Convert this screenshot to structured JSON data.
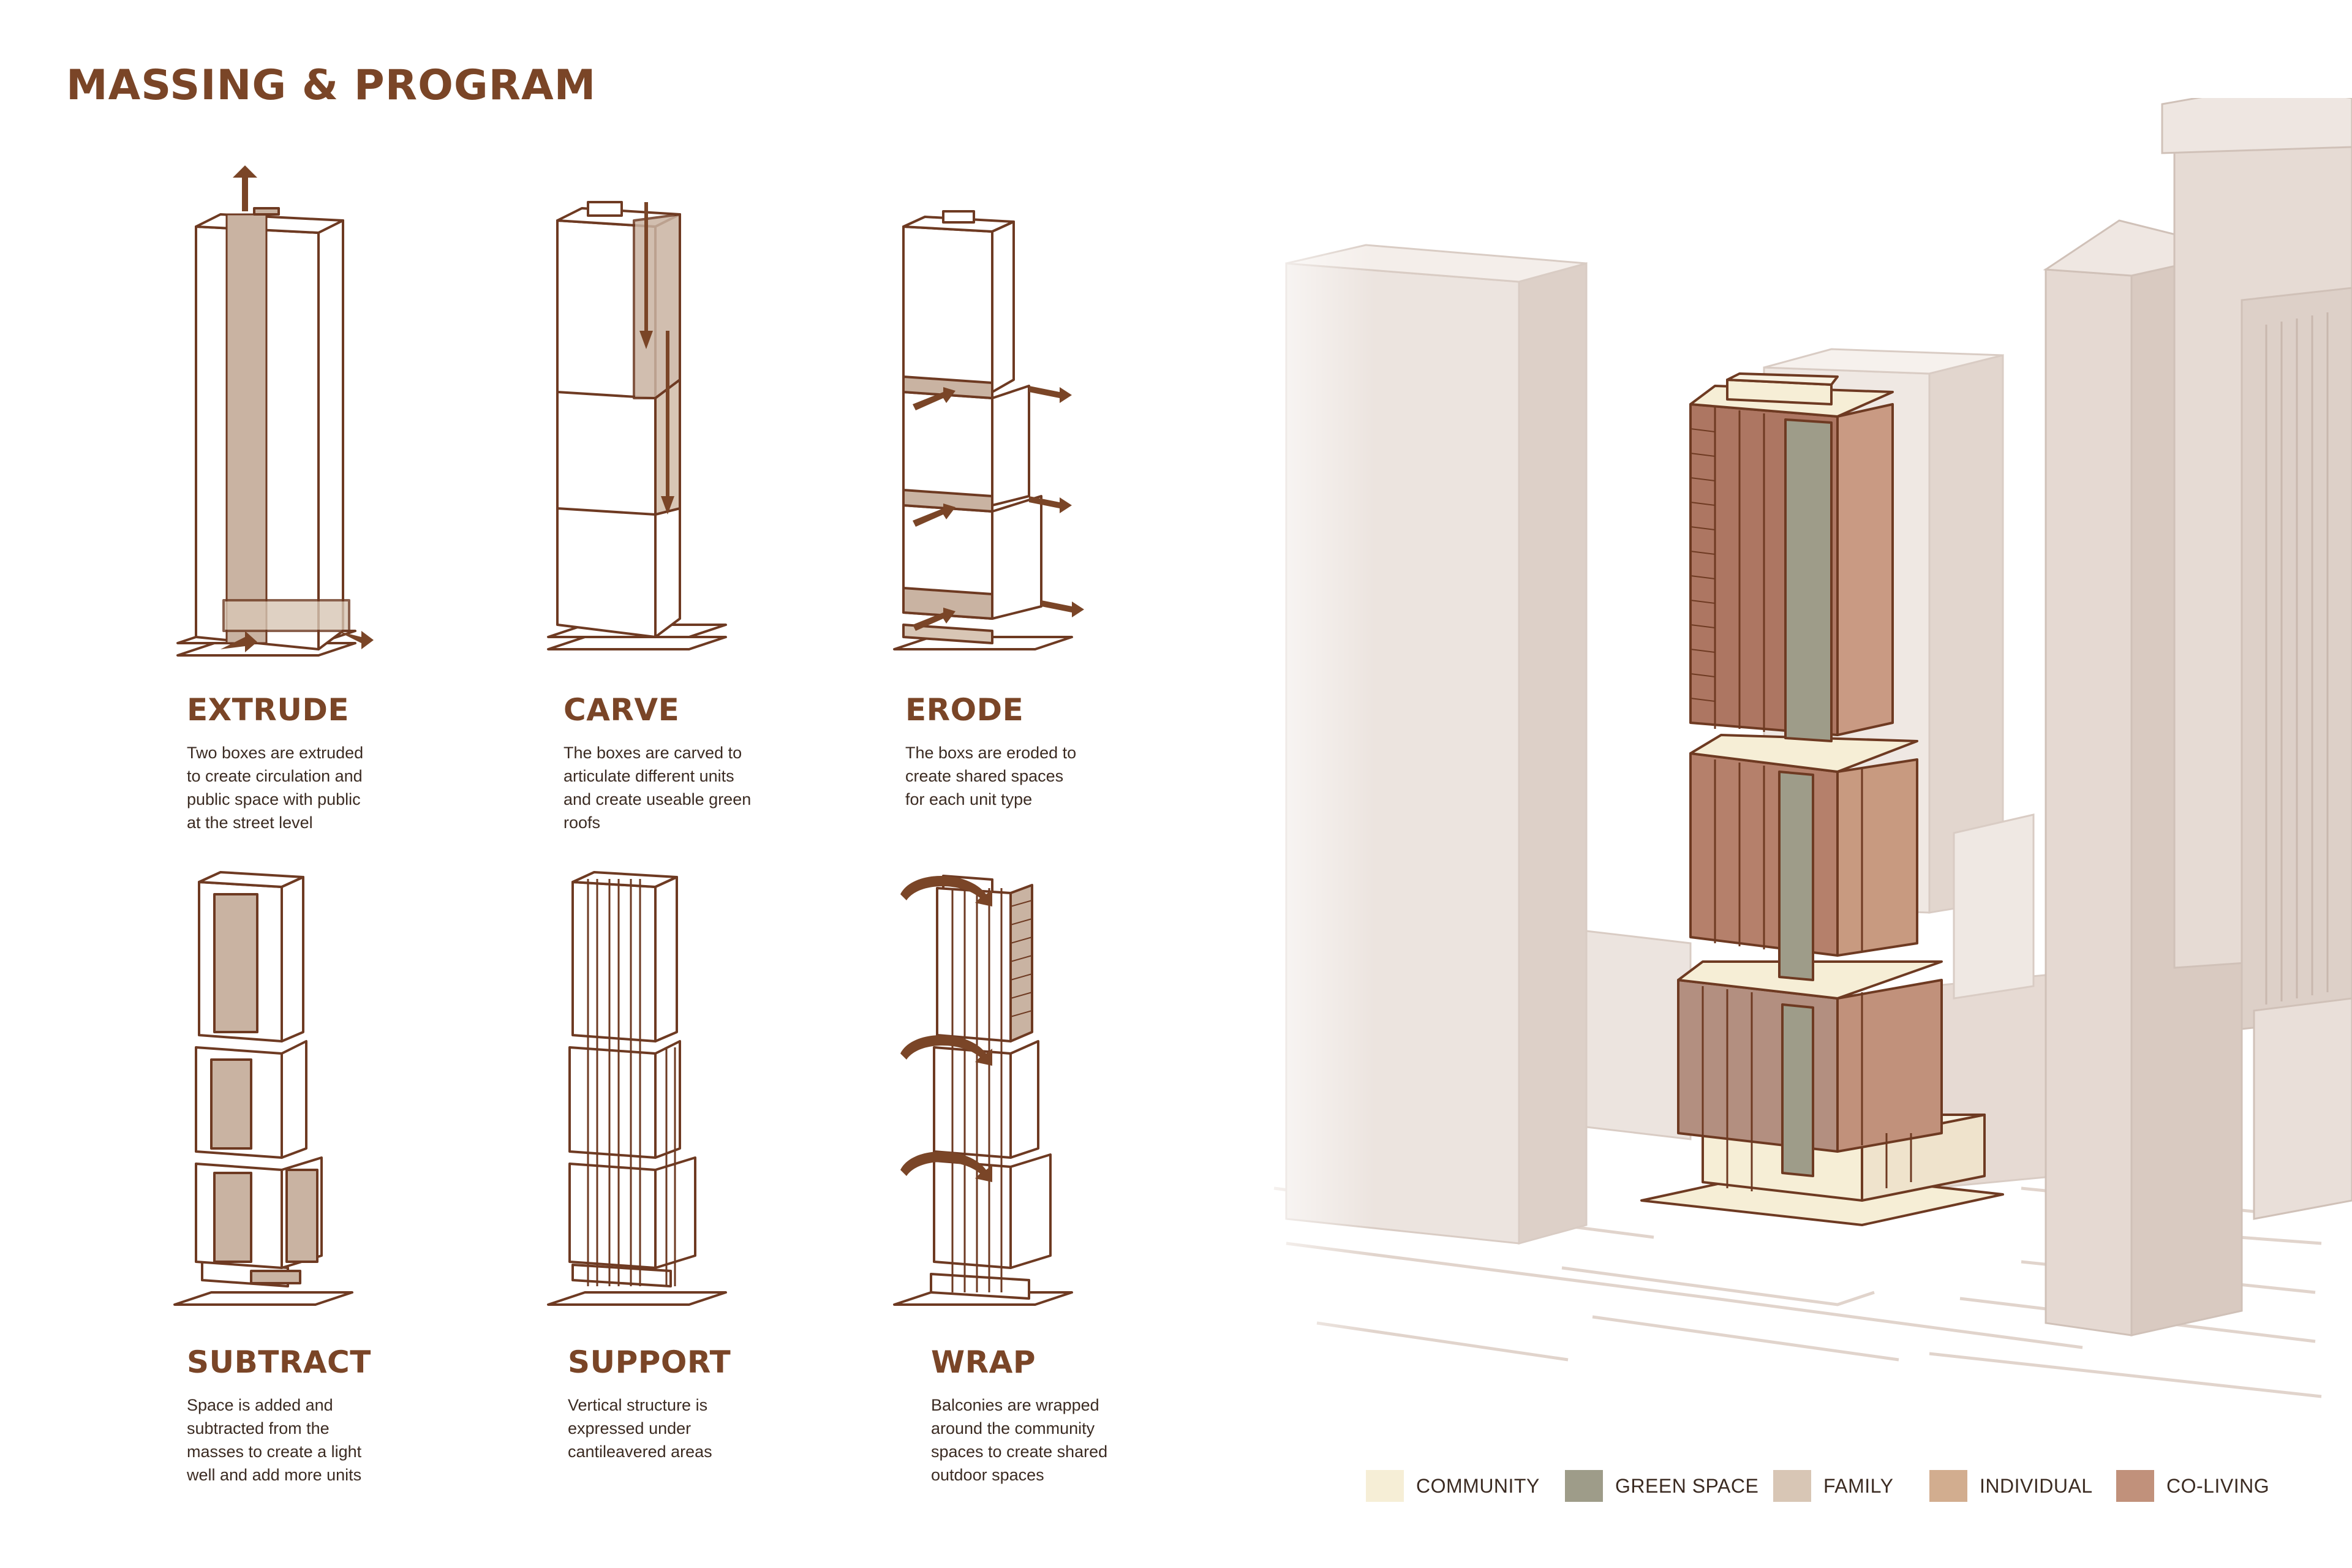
{
  "title": "MASSING & PROGRAM",
  "steps": [
    {
      "title": "EXTRUDE",
      "desc": "Two boxes are extruded to create circulation and public space with public at the street level"
    },
    {
      "title": "CARVE",
      "desc": "The boxes are carved to articulate different units and create useable green roofs"
    },
    {
      "title": "ERODE",
      "desc": "The boxs are eroded to create shared spaces for each unit type"
    },
    {
      "title": "SUBTRACT",
      "desc": "Space is added and subtracted from the masses to  create a light well and add more units"
    },
    {
      "title": "SUPPORT",
      "desc": "Vertical structure is expressed under cantileavered areas"
    },
    {
      "title": "WRAP",
      "desc": "Balconies are wrapped around the community spaces to create shared outdoor spaces"
    }
  ],
  "legend": [
    {
      "label": "COMMUNITY",
      "color": "#f6eed6"
    },
    {
      "label": "GREEN SPACE",
      "color": "#9e9c89"
    },
    {
      "label": "FAMILY",
      "color": "#d8c6b5"
    },
    {
      "label": "INDIVIDUAL",
      "color": "#d2ad8f"
    },
    {
      "label": "CO-LIVING",
      "color": "#c1917b"
    }
  ],
  "colors": {
    "accent": "#7a4527",
    "outline": "#6e3a22",
    "context": "#e7dcd6"
  }
}
